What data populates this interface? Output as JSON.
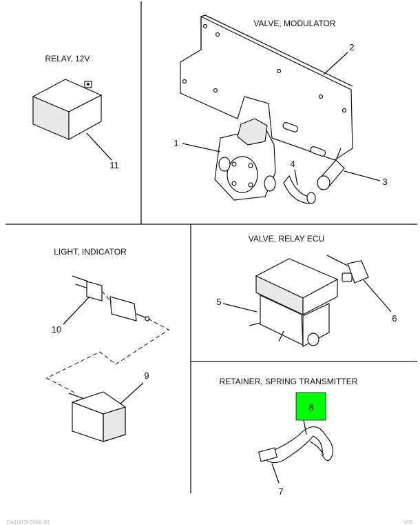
{
  "panels": {
    "relay": {
      "title": "RELAY, 12V",
      "callouts": [
        "11"
      ]
    },
    "modulator": {
      "title": "VALVE, MODULATOR",
      "callouts": [
        "1",
        "2",
        "3",
        "4"
      ]
    },
    "light": {
      "title": "LIGHT, INDICATOR",
      "callouts": [
        "10",
        "9"
      ]
    },
    "relay_ecu": {
      "title": "VALVE, RELAY ECU",
      "callouts": [
        "5",
        "6"
      ]
    },
    "retainer": {
      "title": "RETAINER, SPRING TRANSMITTER",
      "callouts": [
        "8",
        "7"
      ]
    }
  },
  "highlight": {
    "color": "#00ff00",
    "callout_index": 0
  },
  "footer": {
    "left": "D41007F2006-01",
    "right": "V05"
  }
}
